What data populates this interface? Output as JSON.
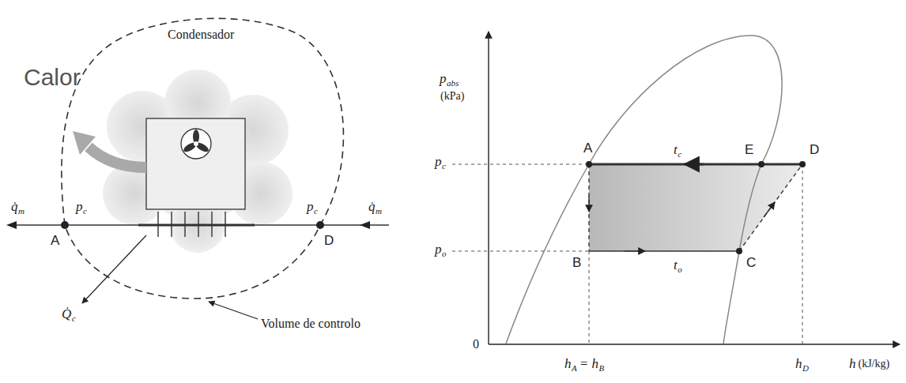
{
  "diagram": {
    "labels": [
      "Condensador",
      "Calor",
      "q̇",
      "m",
      "p",
      "c",
      "A",
      "p",
      "c",
      "D",
      "q̇",
      "m",
      "Q̇",
      "c",
      "Volume de controlo",
      "p",
      "abs",
      "(kPa)",
      "p",
      "c",
      "p",
      "o",
      "A",
      "E",
      "D",
      "t",
      "c",
      "B",
      "C",
      "t",
      "o",
      "0",
      "h",
      "A",
      "= h",
      "B",
      "h",
      "D",
      "h",
      "(kJ/kg)"
    ]
  }
}
